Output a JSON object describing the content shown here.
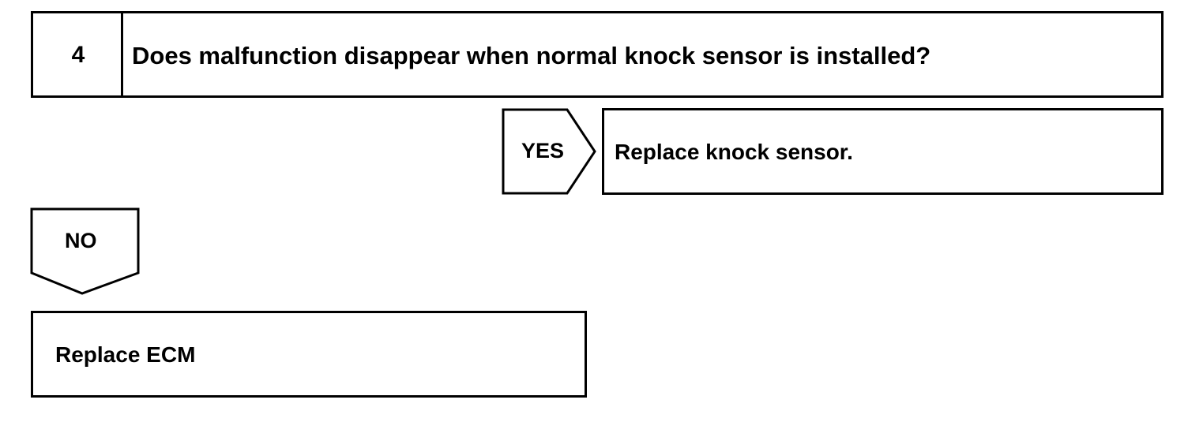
{
  "step": {
    "number": "4",
    "question": "Does malfunction disappear when normal knock sensor is installed?"
  },
  "yes_branch": {
    "label": "YES",
    "result": "Replace knock sensor."
  },
  "no_branch": {
    "label": "NO",
    "result": "Replace ECM"
  }
}
